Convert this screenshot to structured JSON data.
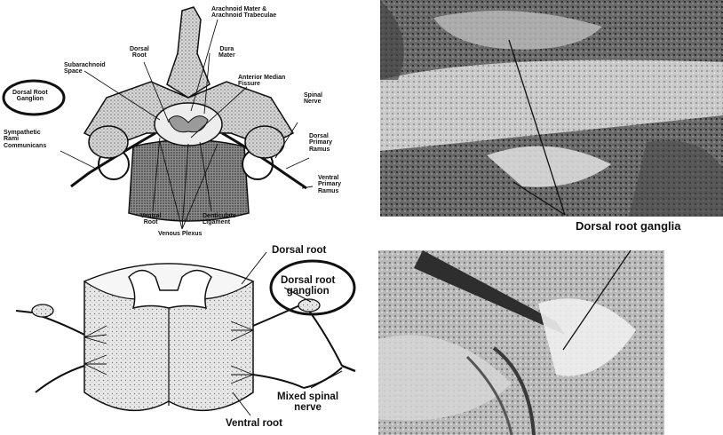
{
  "figure": {
    "top_left_labels": {
      "arachnoid": "Arachnoid Mater &\nArachnoid Trabeculae",
      "dorsal_root": "Dorsal\nRoot",
      "dura_mater": "Dura\nMater",
      "subarachnoid": "Subarachnoid\nSpace",
      "anterior_median_fissure": "Anterior Median\nFissure",
      "dorsal_root_ganglion": "Dorsal Root\nGanglion",
      "spinal_nerve": "Spinal\nNerve",
      "sympathetic_rami": "Sympathetic\nRami\nCommunicans",
      "dorsal_primary_ramus": "Dorsal\nPrimary\nRamus",
      "ventral_primary_ramus": "Ventral\nPrimary\nRamus",
      "ventral_root": "Ventral\nRoot",
      "denticulate_ligament": "Denticulate\nLigament",
      "venous_plexus": "Venous Plexus"
    },
    "bottom_left_labels": {
      "dorsal_root": "Dorsal root",
      "dorsal_root_ganglion": "Dorsal root\nganglion",
      "mixed_spinal_nerve": "Mixed spinal\nnerve",
      "ventral_root": "Ventral root"
    },
    "right_labels": {
      "dorsal_root_ganglia": "Dorsal root ganglia"
    },
    "colors": {
      "ink": "#111111",
      "photo_dark": "#3a3a3a",
      "photo_light": "#e6e6e6",
      "background": "#ffffff"
    }
  }
}
